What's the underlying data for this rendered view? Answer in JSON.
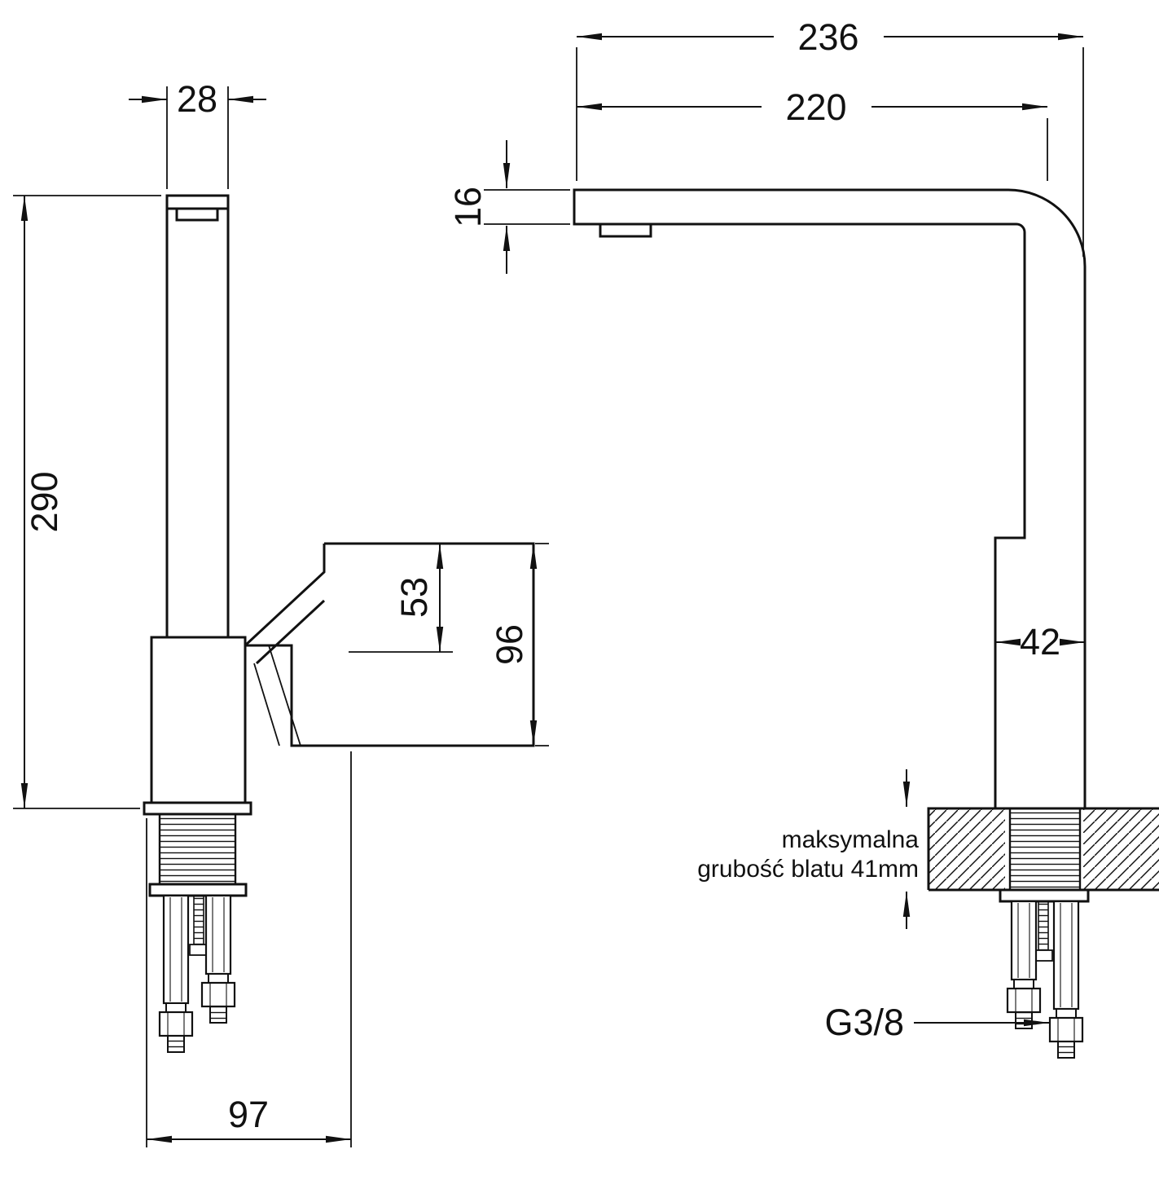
{
  "drawing": {
    "side_view": {
      "spout_width": "28",
      "overall_height": "290",
      "lever_offset": "53",
      "lever_height": "96",
      "base_depth": "97"
    },
    "front_view": {
      "overall_depth": "236",
      "spout_reach": "220",
      "spout_thickness": "16",
      "body_width": "42",
      "counter_note_line1": "maksymalna",
      "counter_note_line2": "grubość blatu 41mm",
      "connection_label": "G3/8"
    },
    "colors": {
      "line": "#111111",
      "background": "#ffffff"
    }
  }
}
